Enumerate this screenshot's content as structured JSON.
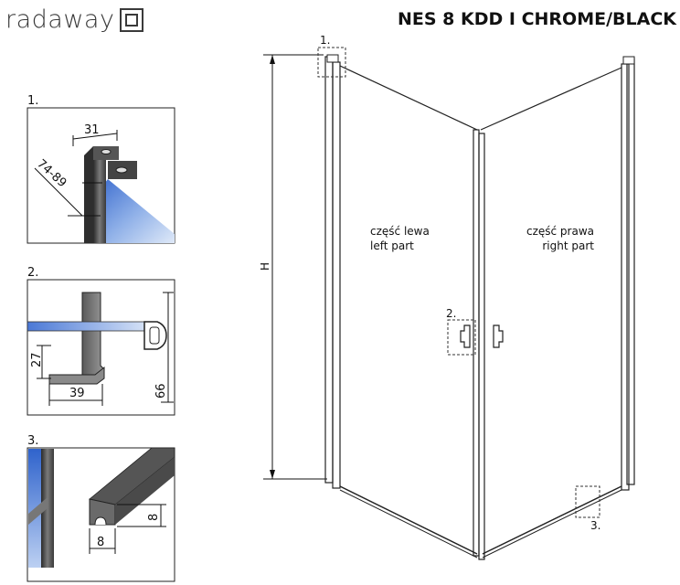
{
  "brand": {
    "logo_text": "radaway"
  },
  "header": {
    "title": "NES 8 KDD I CHROME/BLACK"
  },
  "detail_1": {
    "number": "1.",
    "dim_width": "31",
    "dim_depth": "74-89"
  },
  "detail_2": {
    "number": "2.",
    "dim_27": "27",
    "dim_39": "39",
    "dim_66": "66"
  },
  "detail_3": {
    "number": "3.",
    "dim_height": "8",
    "dim_width": "8"
  },
  "main": {
    "height_label": "H",
    "left_part_pl": "część lewa",
    "left_part_en": "left part",
    "right_part_pl": "część prawa",
    "right_part_en": "right part",
    "callout_1": "1.",
    "callout_2": "2.",
    "callout_3": "3."
  },
  "colors": {
    "glass": "#6c8fd6",
    "frame": "#3c3c3c",
    "outline": "#222222"
  }
}
